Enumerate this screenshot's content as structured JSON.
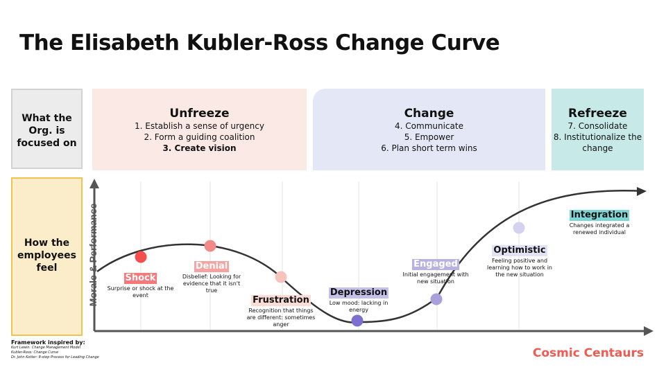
{
  "title": "The Elisabeth Kubler-Ross Change Curve",
  "org_label": "What the Org.  is focused on",
  "employee_label": "How the employees feel",
  "y_axis_label": "Morale & Performance",
  "phases": [
    {
      "title": "Unfreeze",
      "steps": [
        "1. Establish a sense of urgency",
        "2. Form a guiding coalition",
        "3. Create vision"
      ],
      "color": "#fbe9e6"
    },
    {
      "title": "Change",
      "steps": [
        "4. Communicate",
        "5. Empower",
        "6. Plan short term wins"
      ],
      "color": "#e4e7f6"
    },
    {
      "title": "Refreeze",
      "steps": [
        "7. Consolidate",
        "8. Institutionalize the change"
      ],
      "color": "#c7e9e8"
    }
  ],
  "stages": [
    {
      "name": "Shock",
      "desc": "Surprise or shock at the event",
      "tag_bg": "#f5787a",
      "tag_color": "#ffffff",
      "dot": "#f44e4e"
    },
    {
      "name": "Denial",
      "desc": "Disbelief: Looking for evidence that it isn't true",
      "tag_bg": "#f5a2a0",
      "tag_color": "#ffffff",
      "dot": "#f28a88"
    },
    {
      "name": "Frustration",
      "desc": "Recognition that things are different: sometimes anger",
      "tag_bg": "#f9dcd6",
      "tag_color": "#111111",
      "dot": "#f7c4bd"
    },
    {
      "name": "Depression",
      "desc": "Low mood: lacking in energy",
      "tag_bg": "#c4c0ea",
      "tag_color": "#111111",
      "dot": "#7b6fcf"
    },
    {
      "name": "Engaged",
      "desc": "Initial engagement with new situation",
      "tag_bg": "#b9b2e0",
      "tag_color": "#ffffff",
      "dot": "#a89fdb"
    },
    {
      "name": "Optimistic",
      "desc": "Feeling positive and learning how to work in the new situation",
      "tag_bg": "#e3e1f5",
      "tag_color": "#111111",
      "dot": "#d5d1f0"
    },
    {
      "name": "Integration",
      "desc": "Changes integrated a renewed individual",
      "tag_bg": "#7fd6d5",
      "tag_color": "#111111",
      "dot": ""
    }
  ],
  "credits": {
    "heading": "Framework inspired by:",
    "lines": [
      "Kurt Lewin: Change Management Model",
      "Kubler-Ross: Change Curve",
      "Dr. John Kotter: 8-step Process for Leading Change"
    ]
  },
  "brand": "Cosmic Centaurs"
}
